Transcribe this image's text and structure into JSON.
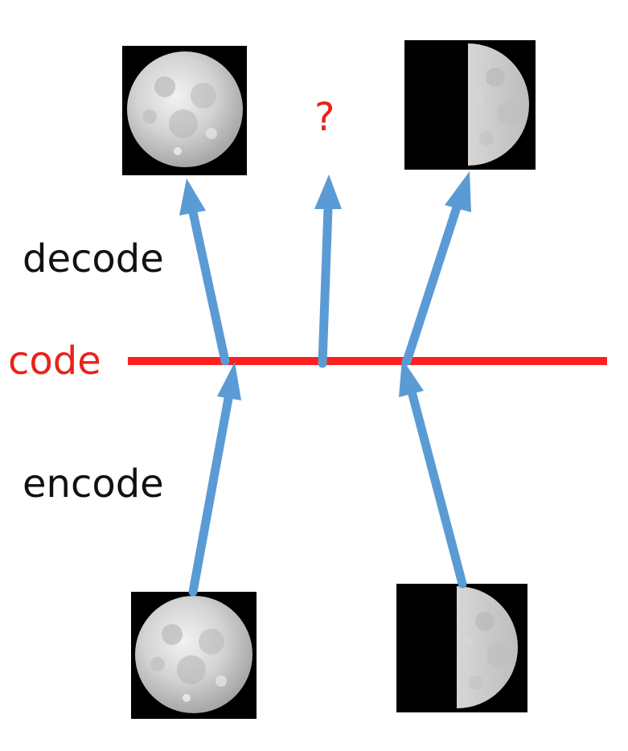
{
  "labels": {
    "decode": "decode",
    "code": "code",
    "encode": "encode",
    "question": "?"
  },
  "colors": {
    "code_line": "#ff1f1f",
    "arrow": "#5b9bd5",
    "label_text": "#111111",
    "code_text": "#e8231b",
    "question_text": "#e8231b",
    "image_background": "#000000",
    "moon_fill": "#cfcfcf"
  },
  "images": {
    "decoded_full_moon": "full-moon",
    "decoded_half_moon": "half-moon",
    "input_full_moon": "full-moon",
    "input_half_moon": "half-moon"
  }
}
